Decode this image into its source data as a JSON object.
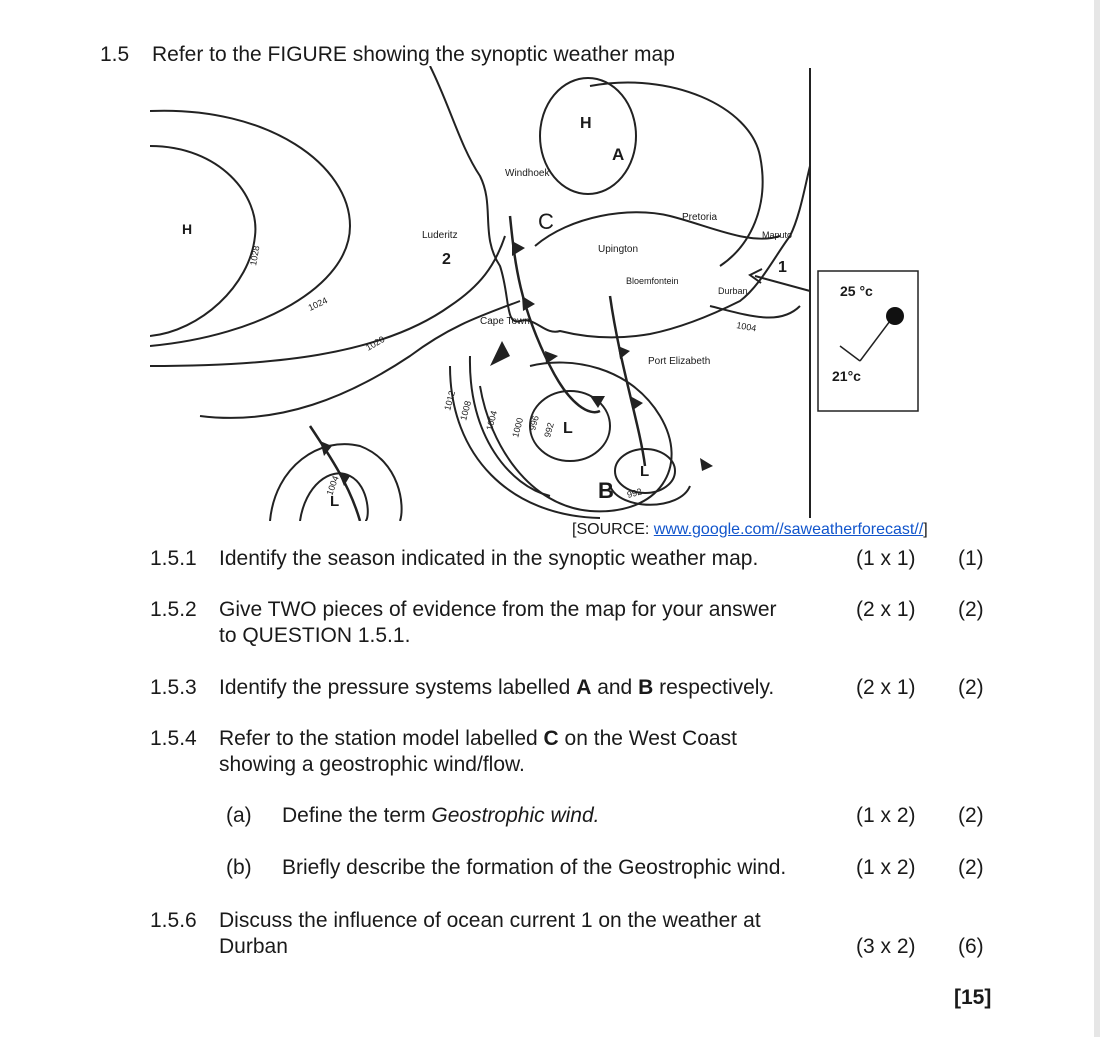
{
  "question": {
    "number": "1.5",
    "intro": "Refer to the FIGURE showing the synoptic weather map"
  },
  "map": {
    "labels": {
      "high_west": "H",
      "high_north": "H",
      "system_a": "A",
      "system_b": "B",
      "station_c": "C",
      "current_2": "2",
      "current_1": "1",
      "low_centre": "L",
      "low_south": "L",
      "low_west": "L",
      "windhoek": "Windhoek",
      "luderitz": "Luderitz",
      "upington": "Upington",
      "pretoria": "Pretoria",
      "maputo": "Maputo",
      "bloemfontein": "Bloemfontein",
      "durban": "Durban",
      "cape_town": "Cape Town",
      "port_elizabeth": "Port Elizabeth"
    },
    "isobars": {
      "i1028": "1028",
      "i1024": "1024",
      "i1020": "1020",
      "i1012": "1012",
      "i1008": "1008",
      "i1004": "1004",
      "i1000": "1000",
      "i996": "996",
      "i992": "992",
      "i992b": "992",
      "i1004w": "1004",
      "i1004e": "1004"
    },
    "station_model": {
      "temperature": "25 °c",
      "dew_point": "21°c"
    }
  },
  "source": {
    "prefix": "[SOURCE: ",
    "link": "www.google.com//saweatherforecast//",
    "suffix": "]"
  },
  "questions": [
    {
      "num": "1.5.1",
      "text": "Identify the season indicated in the synoptic weather map.",
      "alloc": "(1 x 1)",
      "marks": "(1)"
    },
    {
      "num": "1.5.2",
      "line1": "Give TWO pieces of evidence from the map for your answer",
      "line2": "to QUESTION 1.5.1.",
      "alloc": "(2 x 1)",
      "marks": "(2)"
    },
    {
      "num": "1.5.3",
      "pre": "Identify the pressure systems labelled ",
      "a": "A",
      "mid": " and ",
      "b": "B",
      "post": " respectively.",
      "alloc": "(2 x 1)",
      "marks": "(2)"
    },
    {
      "num": "1.5.4",
      "pre": "Refer to the station model labelled ",
      "c": "C",
      "post": " on the West Coast",
      "line2": "showing a geostrophic wind/flow."
    },
    {
      "num": "1.5.6",
      "line1": "Discuss the influence of ocean current 1 on the weather at",
      "line2": "Durban",
      "alloc": "(3 x 2)",
      "marks": "(6)"
    }
  ],
  "subquestions": [
    {
      "label": "(a)",
      "pre": "Define the term ",
      "term": "Geostrophic wind.",
      "alloc": "(1 x 2)",
      "marks": "(2)"
    },
    {
      "label": "(b)",
      "text": "Briefly describe the formation of the Geostrophic wind.",
      "alloc": "(1 x 2)",
      "marks": "(2)"
    }
  ],
  "total": "[15]"
}
